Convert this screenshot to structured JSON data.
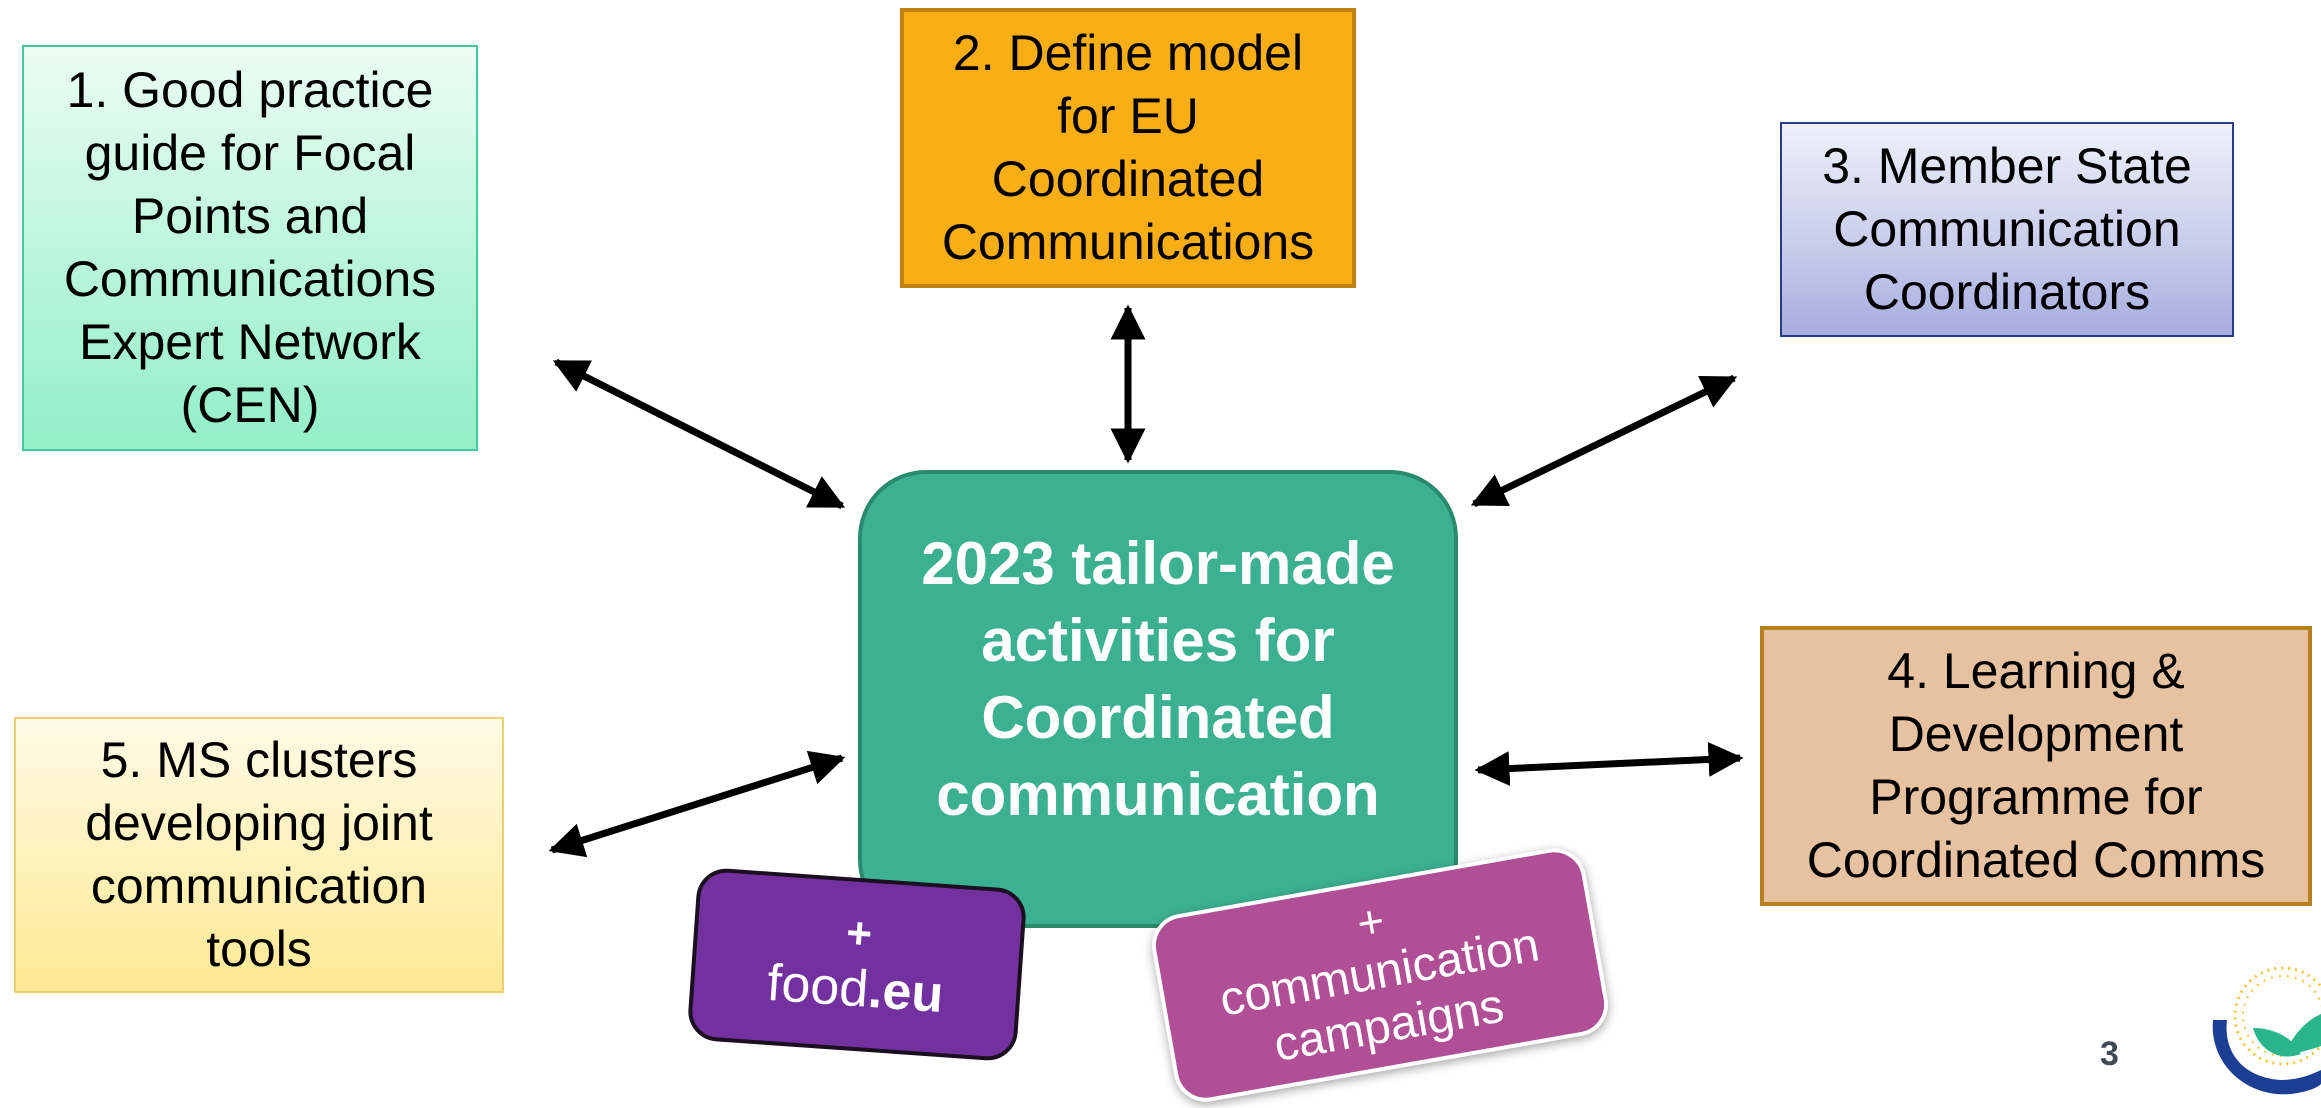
{
  "boxes": {
    "box1": "1. Good practice\nguide for Focal\nPoints and\nCommunications\nExpert Network\n(CEN)",
    "box2": "2. Define model\nfor EU\nCoordinated\nCommunications",
    "box3": "3. Member State\nCommunication\nCoordinators",
    "box4": "4. Learning &\nDevelopment\nProgramme for\nCoordinated Comms",
    "box5": "5. MS clusters\ndeveloping joint\ncommunication\ntools"
  },
  "center": {
    "text": "2023 tailor-made\nactivities for\nCoordinated\ncommunication"
  },
  "tags": {
    "food": {
      "plus": "+",
      "text_regular": "food",
      "text_bold": ".eu"
    },
    "campaigns": {
      "plus": "+",
      "line1": "communication",
      "line2": "campaigns"
    }
  },
  "page_number": "3",
  "colors": {
    "center_fill": "#3cb191",
    "box1_fill": "#b8f5dc",
    "box2_fill": "#f8ae14",
    "box3_fill": "#c6cbeb",
    "box4_fill": "#e6c2a0",
    "box5_fill": "#fff0b4",
    "food_tag_fill": "#7331a0",
    "campaign_tag_fill": "#b04f95",
    "arrow": "#000000"
  }
}
